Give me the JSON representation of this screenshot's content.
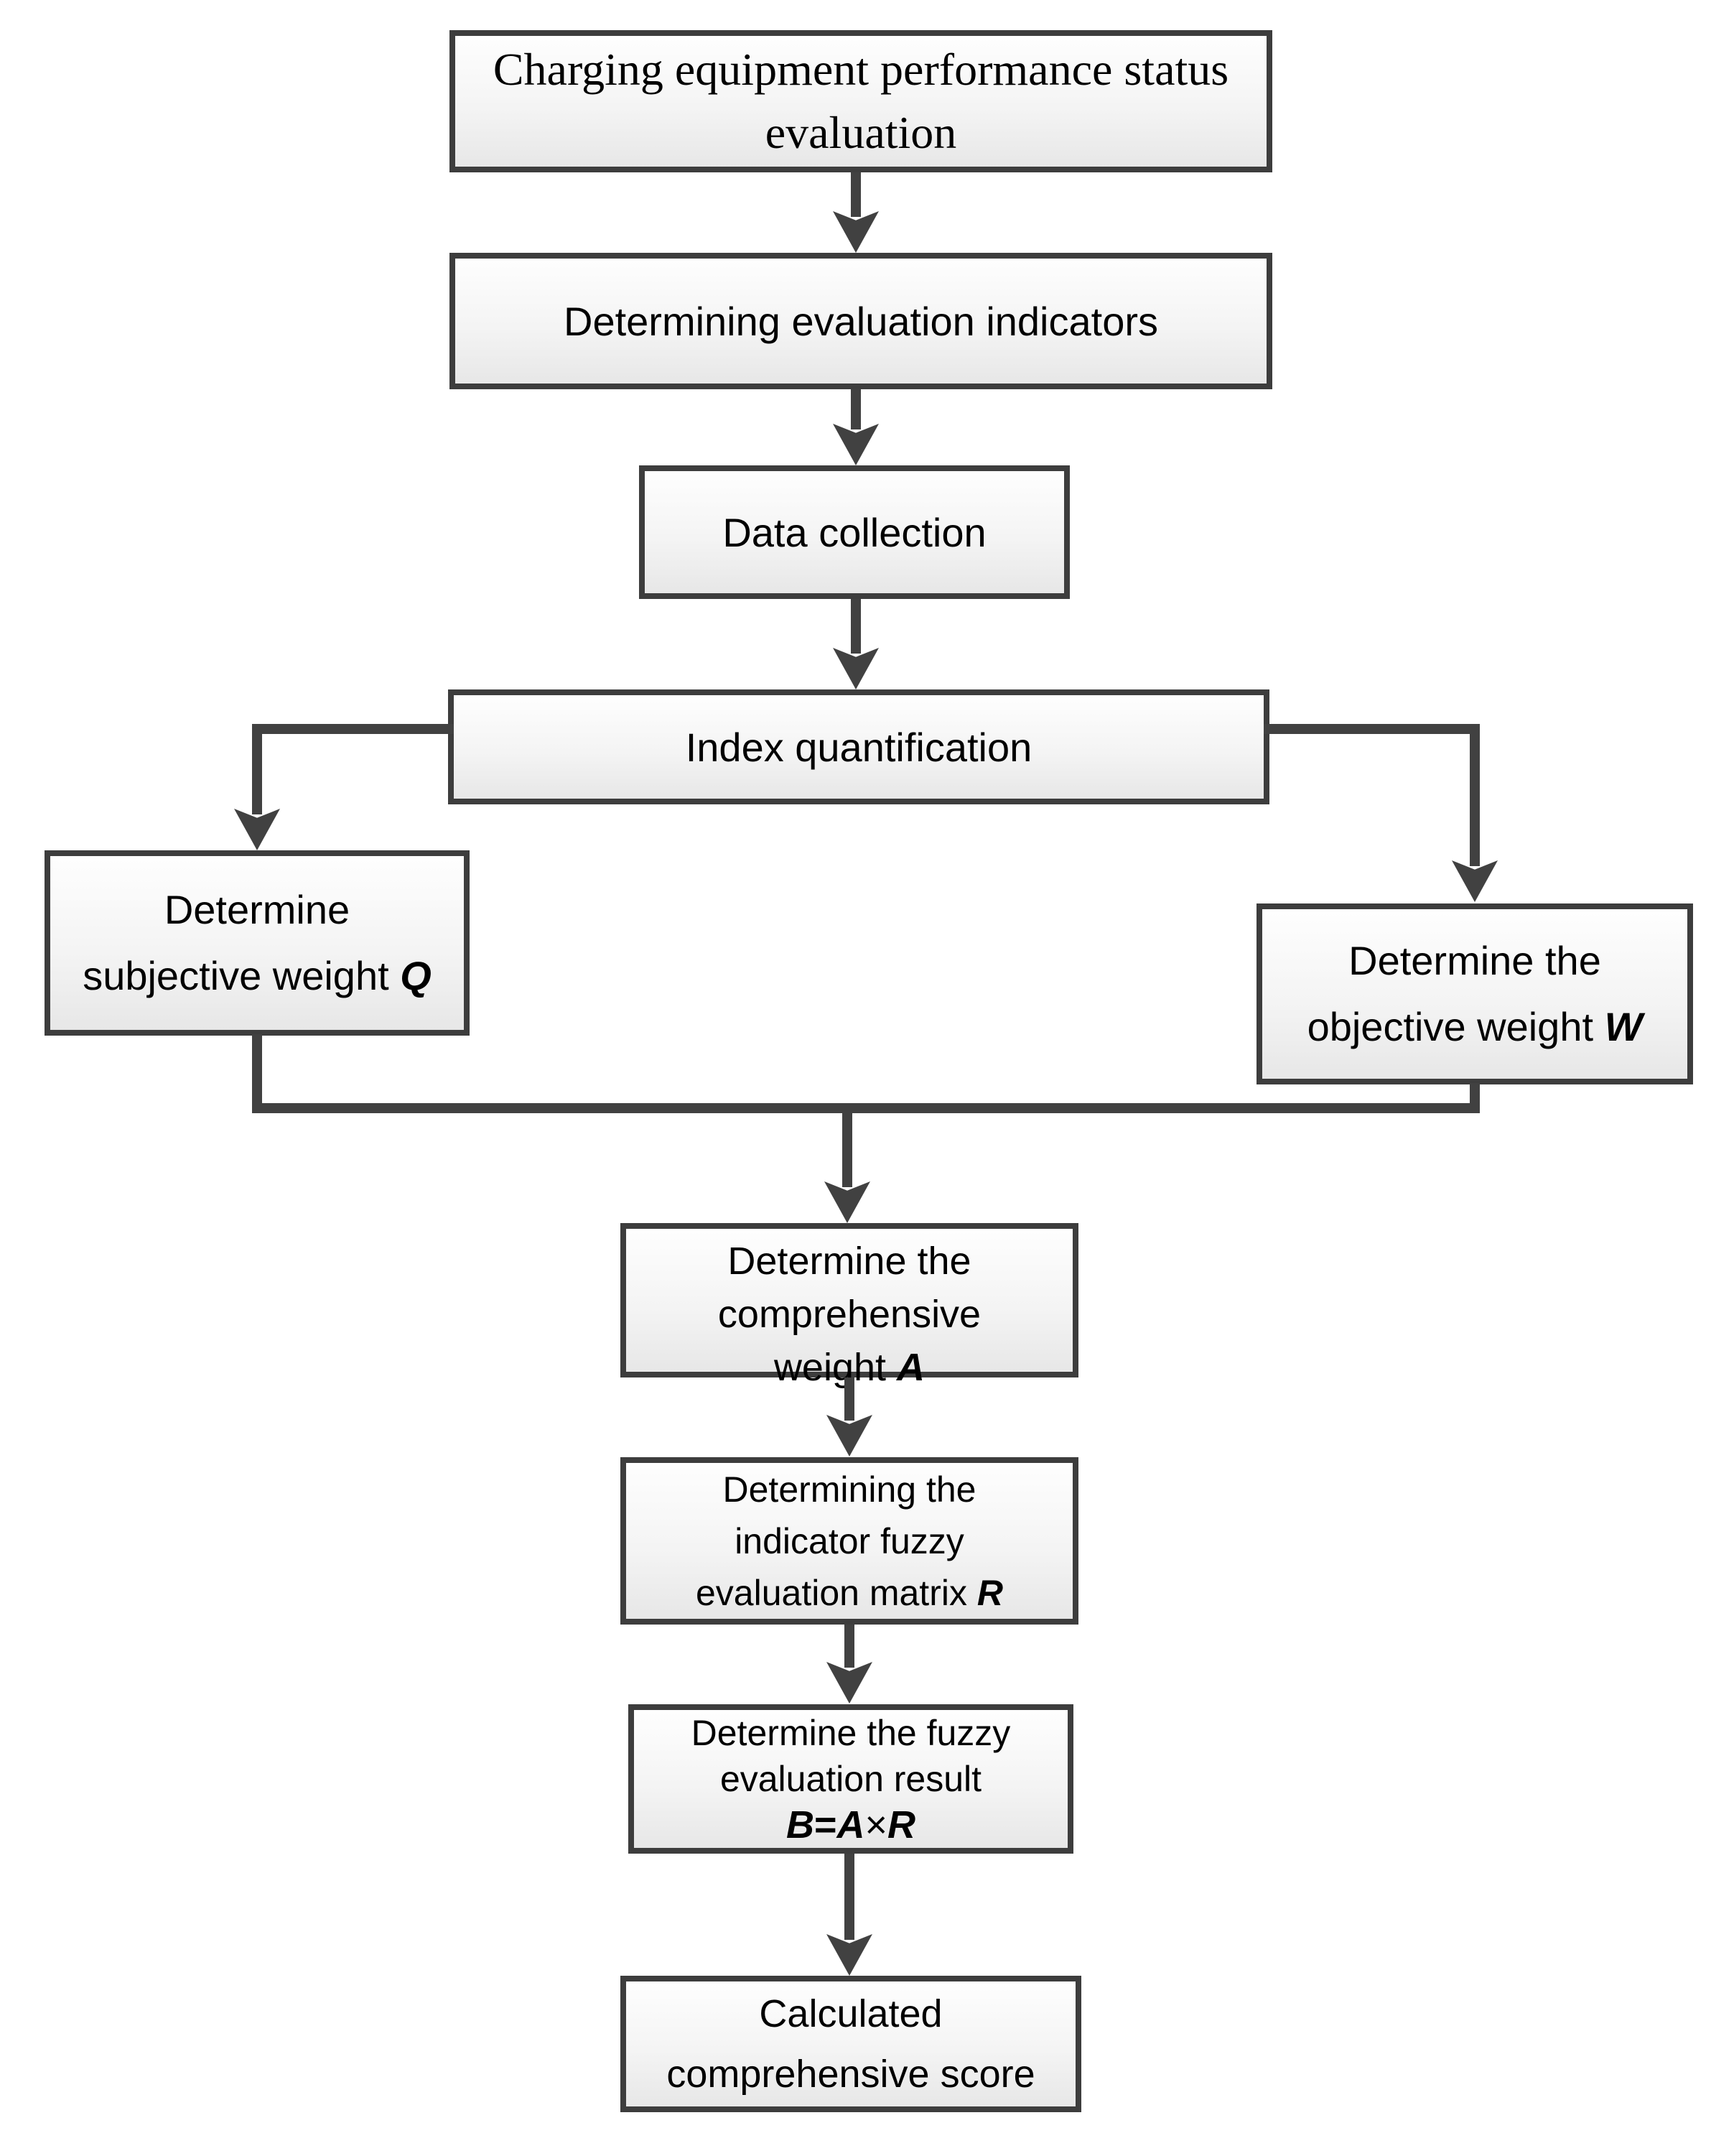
{
  "flowchart": {
    "nodes": {
      "start": {
        "text": "Charging equipment performance status evaluation"
      },
      "indicators": {
        "text": "Determining evaluation indicators"
      },
      "data_collection": {
        "text": "Data collection"
      },
      "index_quantification": {
        "text": "Index quantification"
      },
      "subjective_weight": {
        "line1": "Determine",
        "line2": "subjective weight",
        "symbol": "Q"
      },
      "objective_weight": {
        "line1": "Determine the",
        "line2": "objective weight",
        "symbol": "W"
      },
      "comprehensive_weight": {
        "line1": "Determine the",
        "line2": "comprehensive",
        "line3": "weight",
        "symbol": "A"
      },
      "fuzzy_matrix": {
        "line1": "Determining the",
        "line2": "indicator fuzzy",
        "line3": "evaluation matrix",
        "symbol": "R"
      },
      "fuzzy_result": {
        "line1": "Determine the fuzzy",
        "line2": "evaluation result",
        "formula_b": "B",
        "formula_eq": "=",
        "formula_a": "A",
        "formula_times": "×",
        "formula_r": "R"
      },
      "score": {
        "line1": "Calculated",
        "line2": "comprehensive score"
      }
    },
    "colors": {
      "border": "#3d3d3d",
      "connector": "#414141",
      "fill_top": "#fefefe",
      "fill_bottom": "#e7e7e7",
      "shadow_dot": "#c8c8c8",
      "text": "#000000"
    }
  }
}
